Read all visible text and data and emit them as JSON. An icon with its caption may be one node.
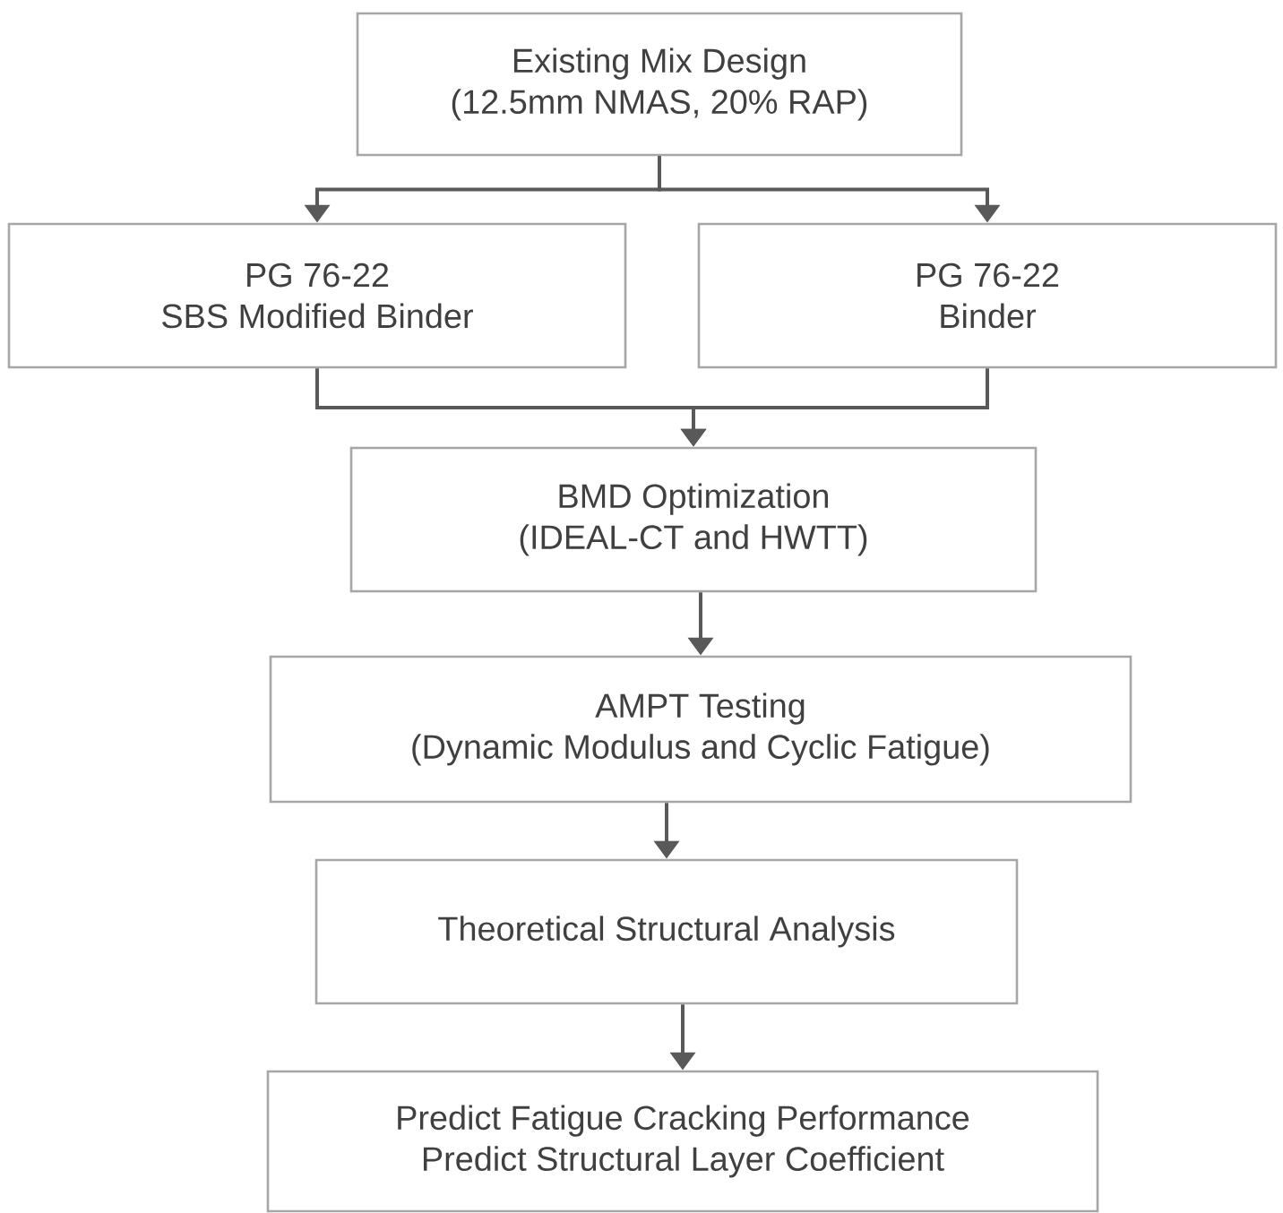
{
  "diagram": {
    "nodes": [
      {
        "text": [
          "Existing Mix Design",
          "(12.5mm NMAS, 20% RAP)"
        ]
      },
      {
        "text": [
          "PG 76-22",
          "SBS Modified Binder"
        ]
      },
      {
        "text": [
          "PG 76-22",
          "Binder"
        ]
      },
      {
        "text": [
          "BMD Optimization",
          "(IDEAL-CT and HWTT)"
        ]
      },
      {
        "text": [
          "AMPT Testing",
          "(Dynamic Modulus and Cyclic Fatigue)"
        ]
      },
      {
        "text": [
          "Theoretical Structural Analysis"
        ]
      },
      {
        "text": [
          "Predict Fatigue Cracking Performance",
          "Predict Structural Layer Coefficient"
        ]
      }
    ],
    "edges": [
      {
        "from": 0,
        "to": 1,
        "arrow": "to"
      },
      {
        "from": 0,
        "to": 2,
        "arrow": "to"
      },
      {
        "from": 1,
        "to": 3,
        "arrow": "to"
      },
      {
        "from": 2,
        "to": 3,
        "arrow": "to"
      },
      {
        "from": 3,
        "to": 4,
        "arrow": "to"
      },
      {
        "from": 4,
        "to": 5,
        "arrow": "to"
      },
      {
        "from": 5,
        "to": 6,
        "arrow": "to"
      }
    ]
  }
}
